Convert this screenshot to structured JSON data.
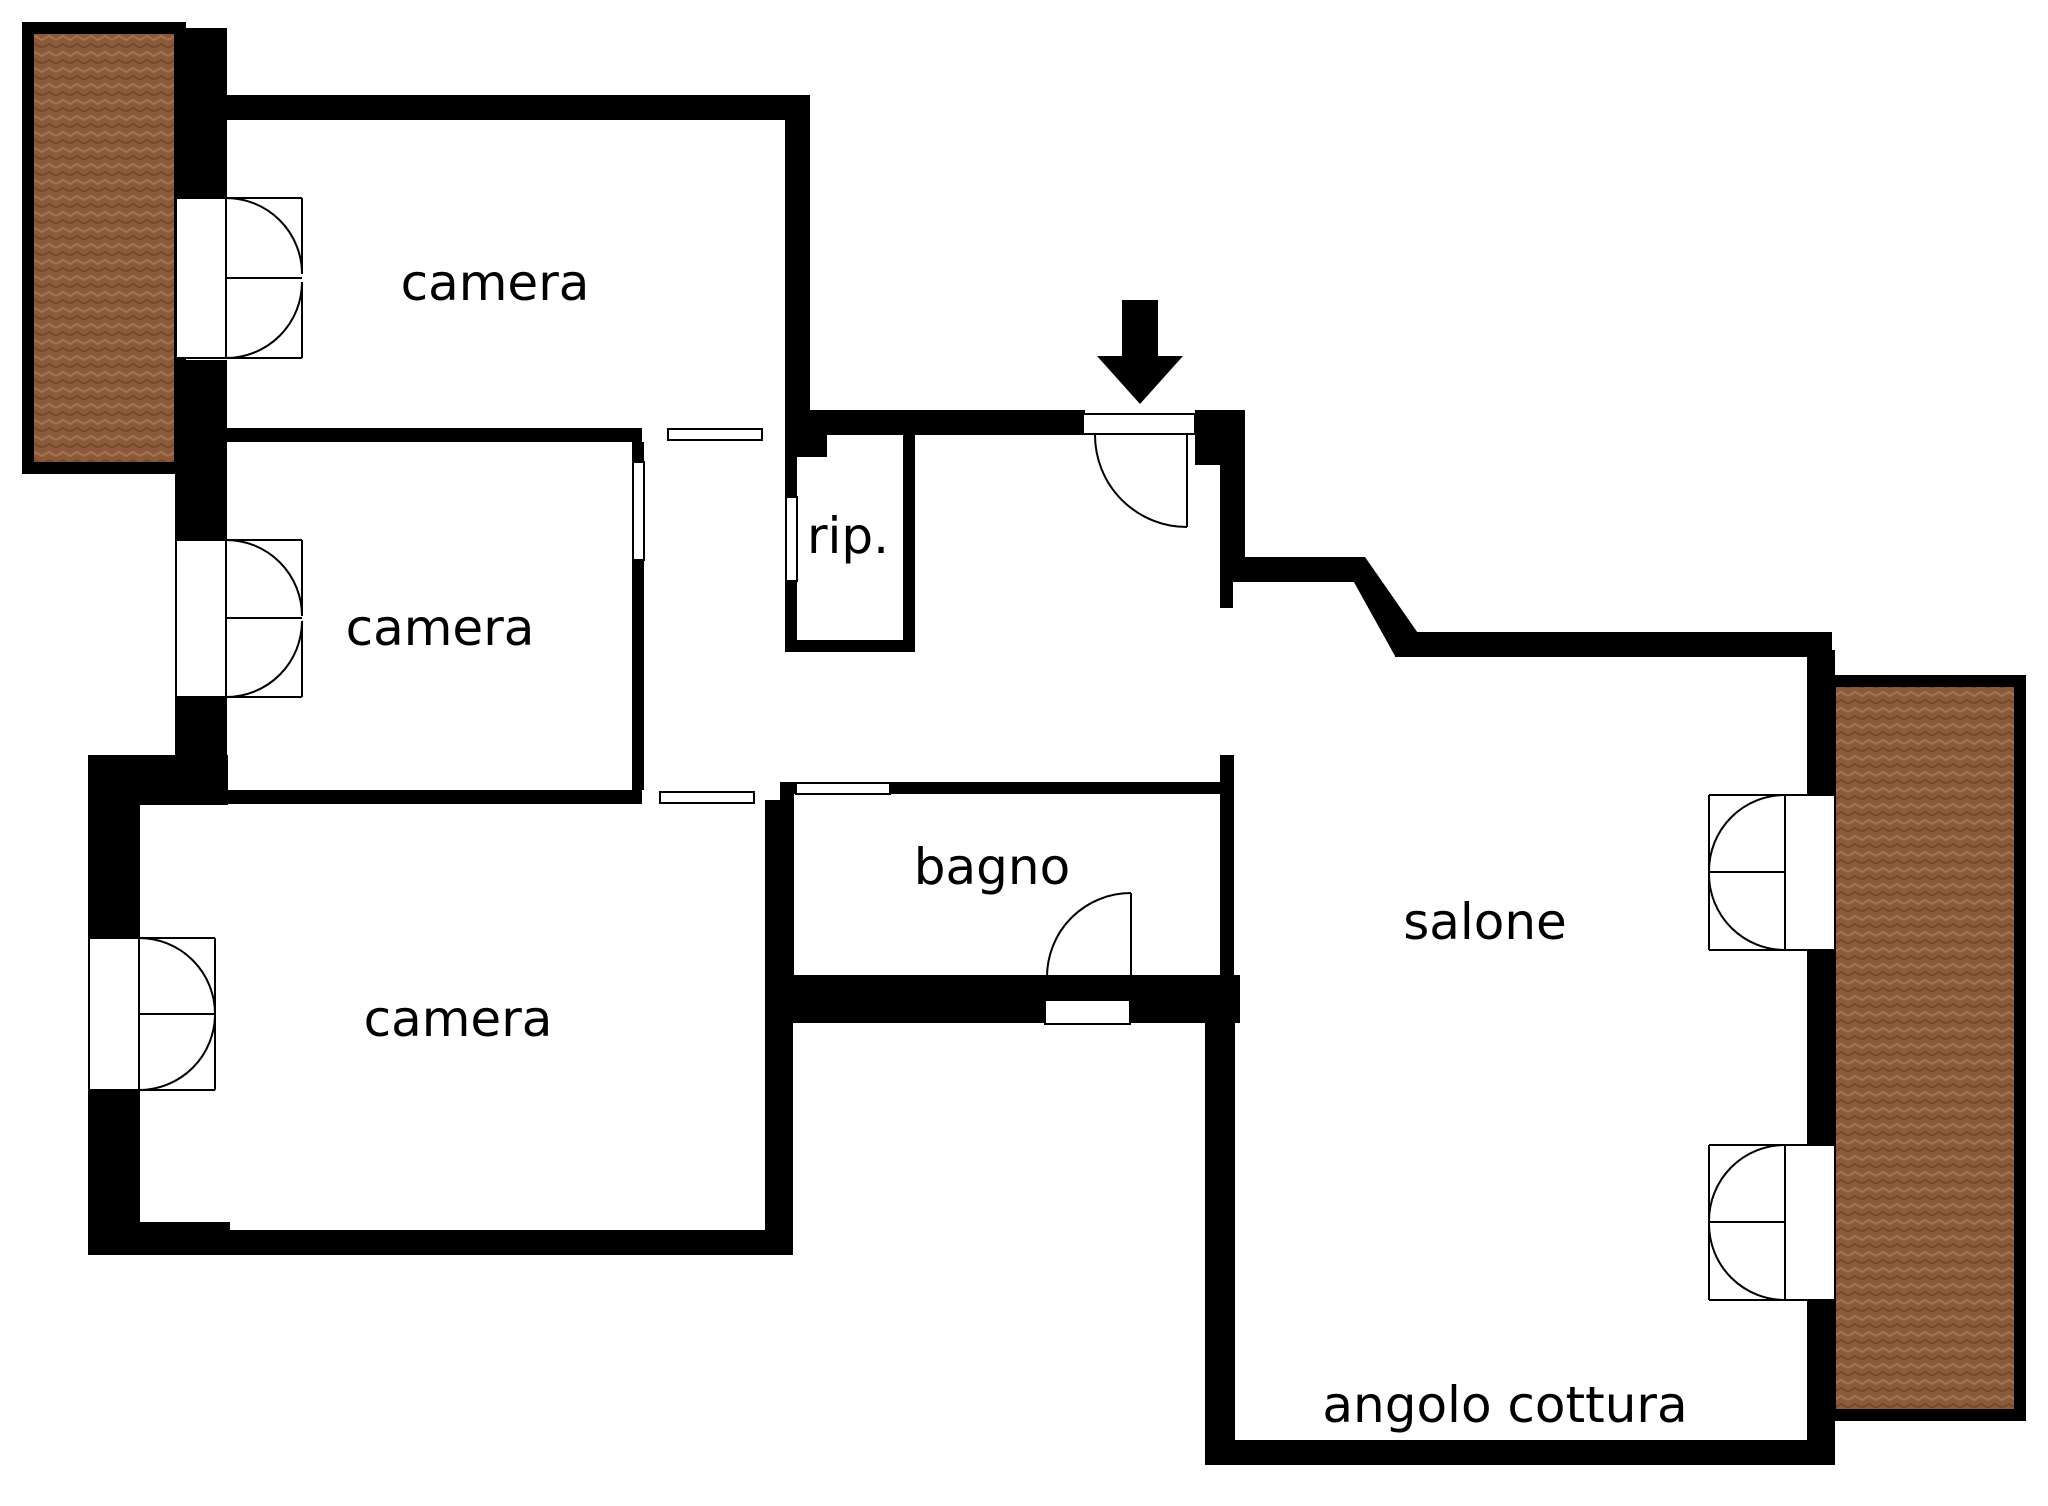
{
  "floor_plan": {
    "rooms": [
      {
        "id": "camera-1",
        "label": "camera"
      },
      {
        "id": "camera-2",
        "label": "camera"
      },
      {
        "id": "camera-3",
        "label": "camera"
      },
      {
        "id": "ripostiglio",
        "label": "rip."
      },
      {
        "id": "bagno",
        "label": "bagno"
      },
      {
        "id": "salone",
        "label": "salone"
      },
      {
        "id": "angolo-cottura",
        "label": "angolo cottura"
      }
    ],
    "balcony_fill": "#8a5a3a",
    "balcony_stroke": "#000000",
    "wall_color": "#000000",
    "entrance_arrow_icon": "arrow-down-icon"
  }
}
